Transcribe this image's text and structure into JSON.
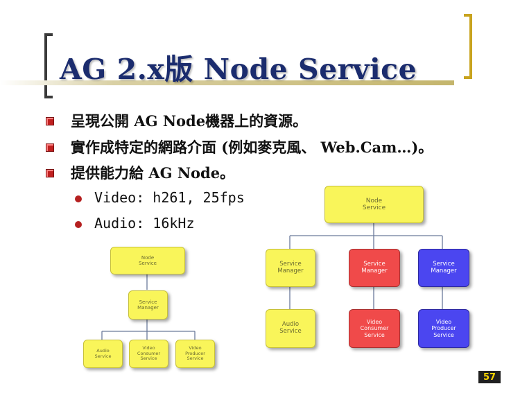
{
  "slide": {
    "title": "AG 2.x版 Node Service",
    "bullets": [
      "呈現公開 AG Node機器上的資源。",
      "實作成特定的網路介面 (例如麥克風、 Web.Cam…)。",
      "提供能力給 AG Node。"
    ],
    "sub_bullets": [
      "Video: h261, 25fps",
      "Audio: 16kHz"
    ],
    "page_number": "57"
  },
  "diagram_left": {
    "root": "Node\nService",
    "manager": "Service\nManager",
    "services": [
      "Audio\nService",
      "Video\nConsumer\nService",
      "Video\nProducer\nService"
    ]
  },
  "diagram_right": {
    "root": "Node\nService",
    "managers": [
      "Service\nManager",
      "Service\nManager",
      "Service\nManager"
    ],
    "services": [
      "Audio\nService",
      "Video\nConsumer\nService",
      "Video\nProducer\nService"
    ]
  },
  "colors": {
    "title": "#1b2c6e",
    "node_yellow": "#f9f55a",
    "node_red": "#f04a4a",
    "node_blue": "#4b46f0"
  }
}
